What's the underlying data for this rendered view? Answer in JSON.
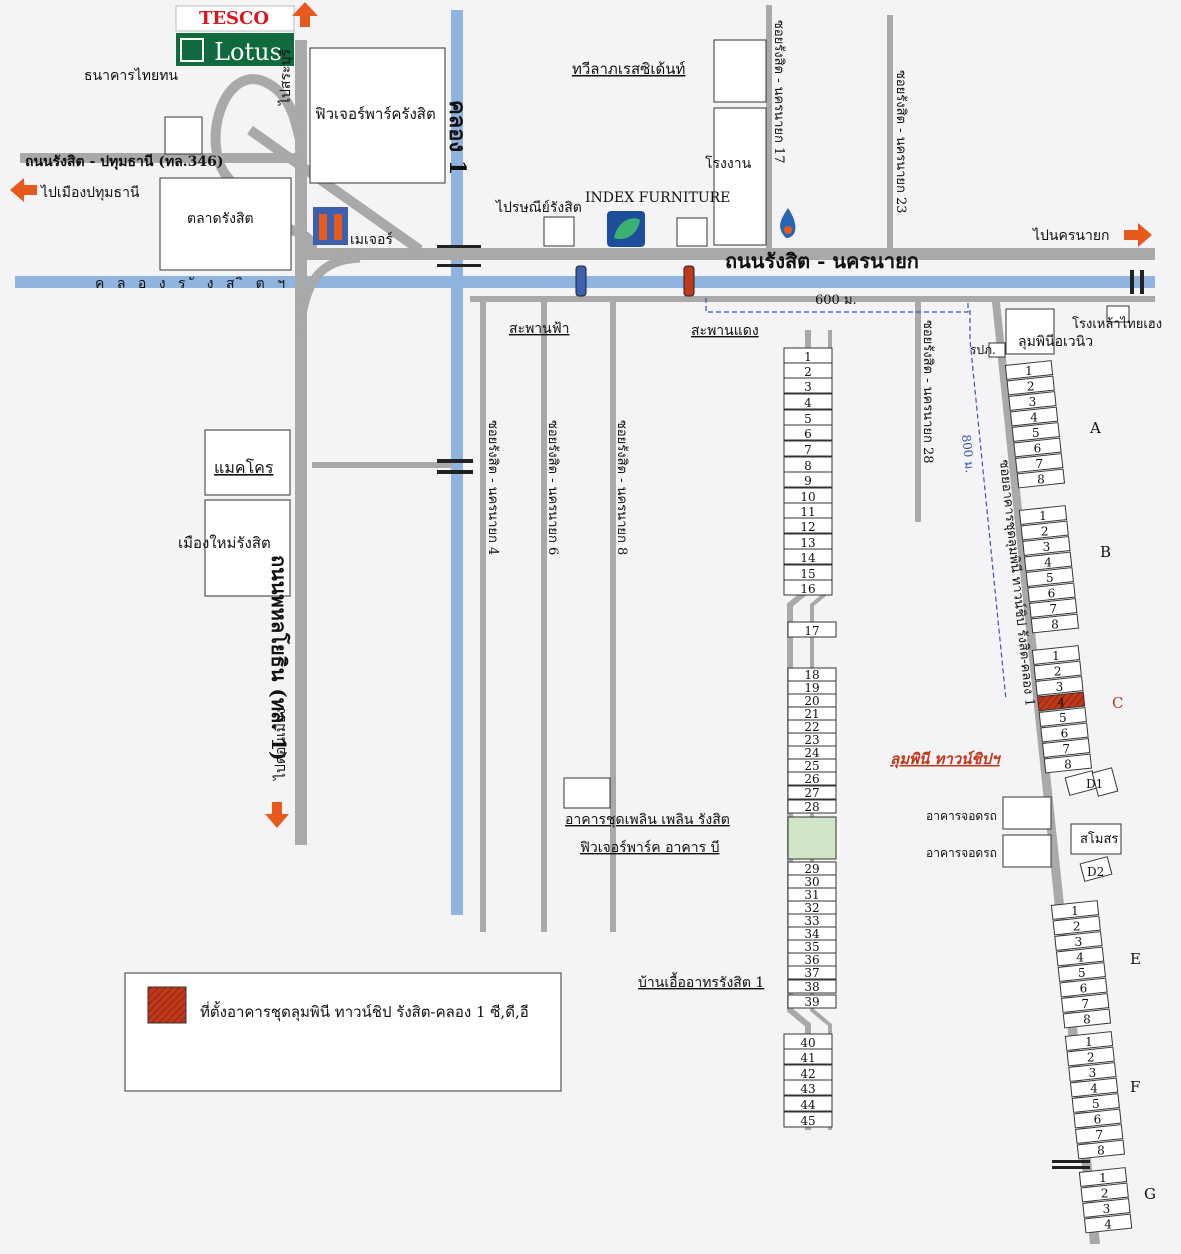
{
  "brand": {
    "tesco": "TESCO",
    "lotus": "Lotus"
  },
  "colors": {
    "road": "#a9a9a9",
    "canal": "#8fb4e0",
    "arrow": "#e8591c",
    "highlight": "#c0391b",
    "green_block": "#cfe6c9",
    "label_red": "#c0391b",
    "dash_blue": "#3a52b5"
  },
  "roads": {
    "rangsit_pathum": "ถนนรังสิต - ปทุมธานี (ทล.346)",
    "rangsit_nakhon": "ถนนรังสิต - นครนายก",
    "phahon": "ถนนพหลโยธิน (ทล. 1)",
    "khlong1": "คลอง 1",
    "khlong_rangsit": "ค ล อ ง ร ั ง ส ิ ต ฯ",
    "soi17": "ซอยรังสิต - นครนายก 17",
    "soi23": "ซอยรังสิต - นครนายก 23",
    "soi4": "ซอยรังสิต - นครนายก 4",
    "soi6": "ซอยรังสิต - นครนายก 6",
    "soi8": "ซอยรังสิต - นครนายก 8",
    "soi28": "ซอยรังสิต - นครนายก 28",
    "soi_lumpini": "ซอยอาคารชุดลุมพินี ทาวน์ชิป รังสิต-คลอง 1"
  },
  "directions": {
    "saraburi": "ไปสระบุรี",
    "pathum": "ไปเมืองปทุมธานี",
    "nakhon": "ไปนครนายก",
    "donmueang": "ไปดอนเมือง"
  },
  "places": {
    "thai_bank": "ธนาคารไทยทน",
    "future_park": "ฟิวเจอร์พาร์ครังสิต",
    "talad_rangsit": "ตลาดรังสิต",
    "major": "เมเจอร์",
    "post": "ไปรษณีย์รังสิต",
    "index": "INDEX FURNITURE",
    "twilight": "ทวีลาภเรสซิเด้นท์",
    "factory": "โรงงาน",
    "makro": "แมคโคร",
    "muang_mai": "เมืองใหม่รังสิต",
    "sky_bridge": "สะพานฟ้า",
    "red_bridge": "สะพานแดง",
    "lumpini_place": "ลุมพินีอเวนิว",
    "rapao": "รปภ.",
    "factory_thaiheng": "โรงเหล้าไทยเฮง",
    "lumpini_township": "ลุมพินี ทาวน์ชิปฯ",
    "parking1": "อาคารจอดรถ",
    "parking2": "อาคารจอดรถ",
    "pool": "สโมสร",
    "condo_plern": "อาคารชุดเพลิน เพลิน รังสิต",
    "future_park_b": "ฟิวเจอร์พาร์ค อาคาร บี",
    "baan_ua": "บ้านเอื้ออาทรรังสิต 1"
  },
  "distances": {
    "d600": "600 ม.",
    "d800": "800 ม."
  },
  "units_left": [
    "1",
    "2",
    "3",
    "4",
    "5",
    "6",
    "7",
    "8",
    "9",
    "10",
    "11",
    "12",
    "13",
    "14",
    "15",
    "16",
    "17",
    "18",
    "19",
    "20",
    "21",
    "22",
    "23",
    "24",
    "25",
    "26",
    "27",
    "28",
    "29",
    "30",
    "31",
    "32",
    "33",
    "34",
    "35",
    "36",
    "37",
    "38",
    "39",
    "40",
    "41",
    "42",
    "43",
    "44",
    "45"
  ],
  "building_labels": {
    "A": "A",
    "B": "B",
    "C": "C",
    "E": "E",
    "F": "F",
    "G": "G",
    "D1": "D1",
    "D2": "D2"
  },
  "highlight_unit": "4",
  "legend": {
    "text": "ที่ตั้งอาคารชุดลุมพินี ทาวน์ชิป รังสิต-คลอง 1 ซี,ดี,อี"
  }
}
